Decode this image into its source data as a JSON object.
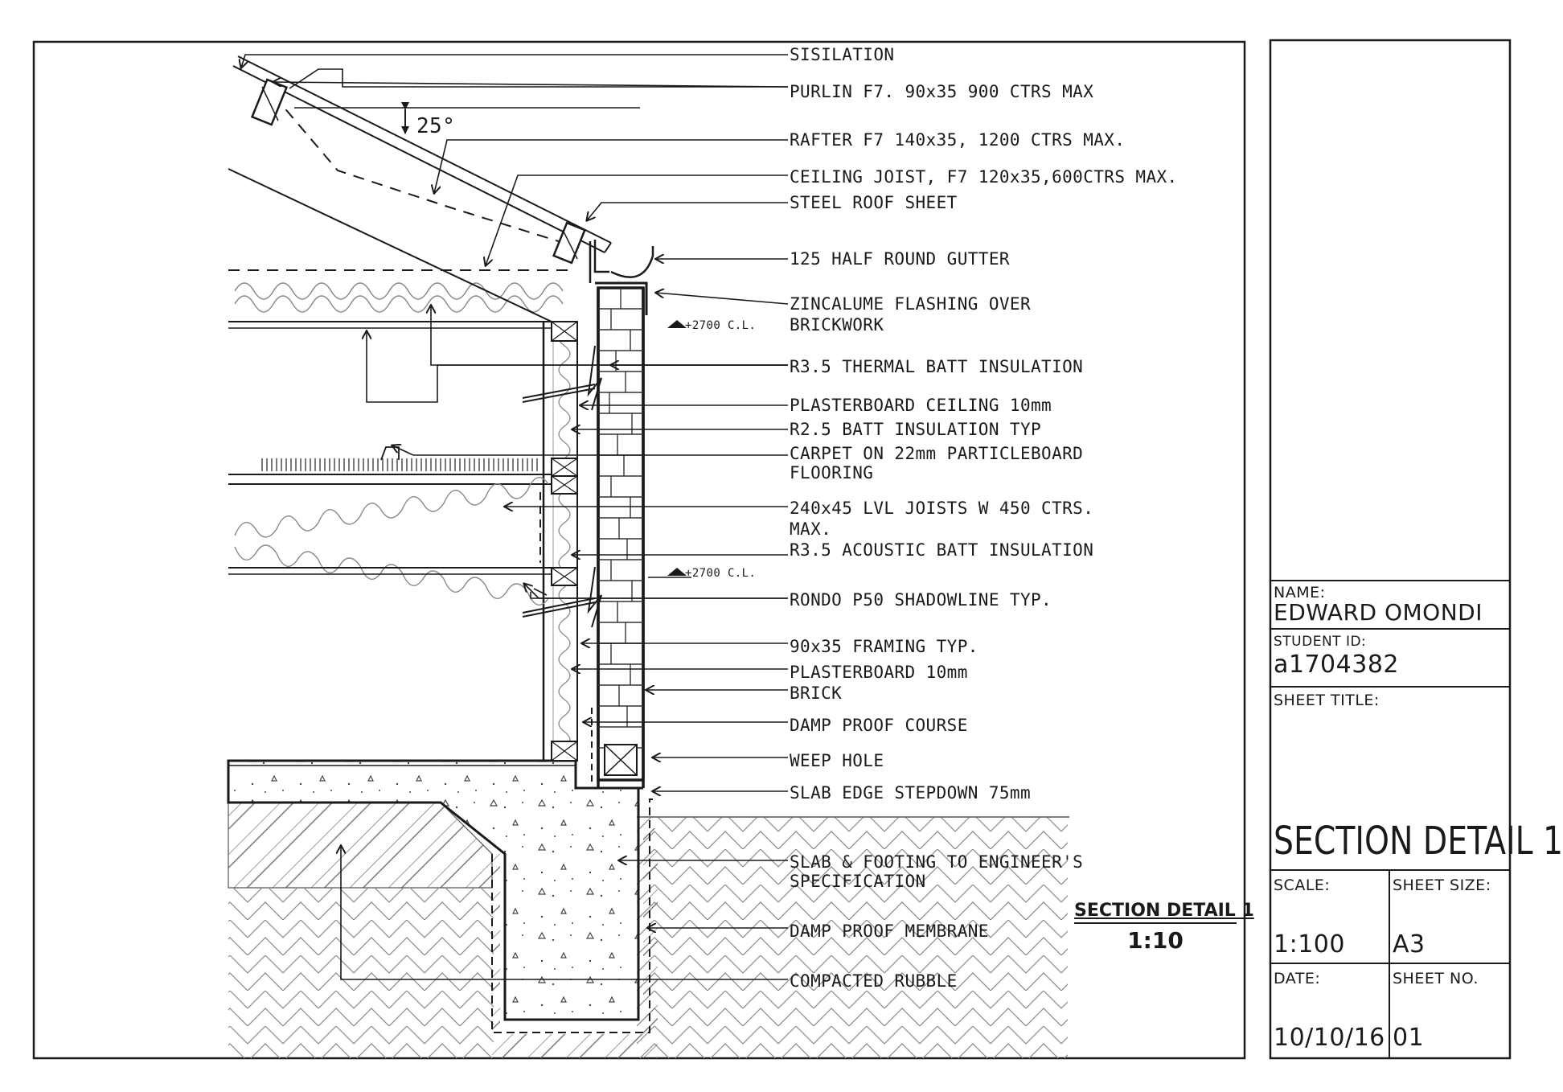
{
  "callouts": [
    {
      "id": "sisilation",
      "text": "SISILATION"
    },
    {
      "id": "purlin",
      "text": "PURLIN F7. 90x35 900 CTRS MAX"
    },
    {
      "id": "rafter",
      "text": "RAFTER F7 140x35, 1200 CTRS MAX."
    },
    {
      "id": "ceiling-joist",
      "text": "CEILING JOIST, F7 120x35,600CTRS MAX."
    },
    {
      "id": "steel-roof-sheet",
      "text": "STEEL ROOF SHEET"
    },
    {
      "id": "gutter",
      "text": "125 HALF ROUND GUTTER"
    },
    {
      "id": "zincalume",
      "text": "ZINCALUME FLASHING OVER"
    },
    {
      "id": "zincalume-2",
      "text": "BRICKWORK"
    },
    {
      "id": "r35-thermal",
      "text": "R3.5 THERMAL BATT INSULATION"
    },
    {
      "id": "plasterboard-ceiling",
      "text": "PLASTERBOARD CEILING 10mm"
    },
    {
      "id": "r25-batt",
      "text": "R2.5 BATT INSULATION TYP"
    },
    {
      "id": "carpet",
      "text": "CARPET ON 22mm PARTICLEBOARD"
    },
    {
      "id": "carpet-2",
      "text": "FLOORING"
    },
    {
      "id": "lvl-joists",
      "text": "240x45 LVL JOISTS W 450 CTRS."
    },
    {
      "id": "lvl-joists-2",
      "text": "MAX."
    },
    {
      "id": "r35-acoustic",
      "text": "R3.5 ACOUSTIC BATT INSULATION"
    },
    {
      "id": "rondo",
      "text": "RONDO P50 SHADOWLINE TYP."
    },
    {
      "id": "framing",
      "text": "90x35 FRAMING TYP."
    },
    {
      "id": "plasterboard-10",
      "text": "PLASTERBOARD 10mm"
    },
    {
      "id": "brick",
      "text": "BRICK"
    },
    {
      "id": "dpc",
      "text": "DAMP PROOF COURSE"
    },
    {
      "id": "weep-hole",
      "text": "WEEP HOLE"
    },
    {
      "id": "slab-edge",
      "text": "SLAB EDGE STEPDOWN 75mm"
    },
    {
      "id": "slab-footing",
      "text": "SLAB & FOOTING TO ENGINEER'S"
    },
    {
      "id": "slab-footing-2",
      "text": "SPECIFICATION"
    },
    {
      "id": "dpm",
      "text": "DAMP PROOF MEMBRANE"
    },
    {
      "id": "rubble",
      "text": "COMPACTED RUBBLE"
    }
  ],
  "drawing": {
    "roof_pitch": "25°",
    "level_mark_upper": "+2700 C.L.",
    "level_mark_lower": "+2700 C.L.",
    "caption_title": "SECTION DETAIL 1",
    "caption_scale": "1:10"
  },
  "title_block": {
    "name_label": "NAME:",
    "name_value": "EDWARD OMONDI",
    "student_id_label": "STUDENT ID:",
    "student_id_value": "a1704382",
    "sheet_title_label": "SHEET TITLE:",
    "sheet_title_value": "SECTION DETAIL 1",
    "scale_label": "SCALE:",
    "scale_value": "1:100",
    "sheet_size_label": "SHEET SIZE:",
    "sheet_size_value": "A3",
    "date_label": "DATE:",
    "date_value": "10/10/16",
    "sheet_no_label": "SHEET NO.",
    "sheet_no_value": "01"
  },
  "colors": {
    "ink": "#1a1a1a",
    "pencil": "#777777",
    "paper": "#ffffff"
  }
}
